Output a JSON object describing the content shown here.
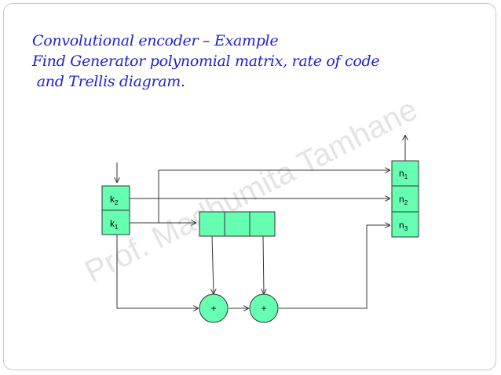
{
  "slide": {
    "title_lines": [
      "Convolutional encoder – Example",
      "Find Generator polynomial matrix, rate of code",
      " and Trellis diagram."
    ],
    "watermark": "Prof. Madhumita Tamhane"
  },
  "diagram": {
    "inputs": [
      {
        "base": "k",
        "sub": "2"
      },
      {
        "base": "k",
        "sub": "1"
      }
    ],
    "outputs": [
      {
        "base": "n",
        "sub": "1"
      },
      {
        "base": "n",
        "sub": "2"
      },
      {
        "base": "n",
        "sub": "3"
      }
    ],
    "adders": [
      "+",
      "+"
    ],
    "colors": {
      "block_fill": "#66ffb2",
      "line": "#333333"
    }
  }
}
